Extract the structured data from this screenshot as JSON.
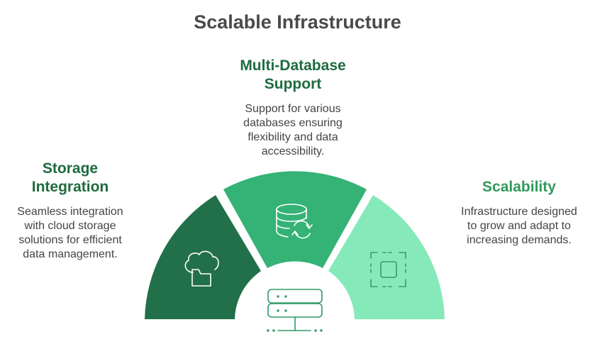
{
  "title": "Scalable Infrastructure",
  "colors": {
    "storage": "#22704a",
    "database": "#35b276",
    "scalability": "#86e9ba",
    "heading": "#1e6b3e",
    "icon_storage": "#ffffff",
    "icon_database": "#ffffff",
    "icon_scalability": "#3a9a6a",
    "icon_center": "#2f9a67"
  },
  "sections": {
    "storage": {
      "heading": "Storage\nIntegration",
      "description": "Seamless integration\nwith cloud storage\nsolutions for efficient\ndata management.",
      "icon": "cloud-folder-icon"
    },
    "database": {
      "heading": "Multi-Database\nSupport",
      "description": "Support for various\ndatabases ensuring\nflexibility and data\naccessibility.",
      "icon": "database-sync-icon"
    },
    "scalability": {
      "heading": "Scalability",
      "description": "Infrastructure designed\nto grow and adapt to\nincreasing demands.",
      "icon": "scale-frame-icon"
    }
  },
  "center": {
    "icon": "server-network-icon"
  }
}
